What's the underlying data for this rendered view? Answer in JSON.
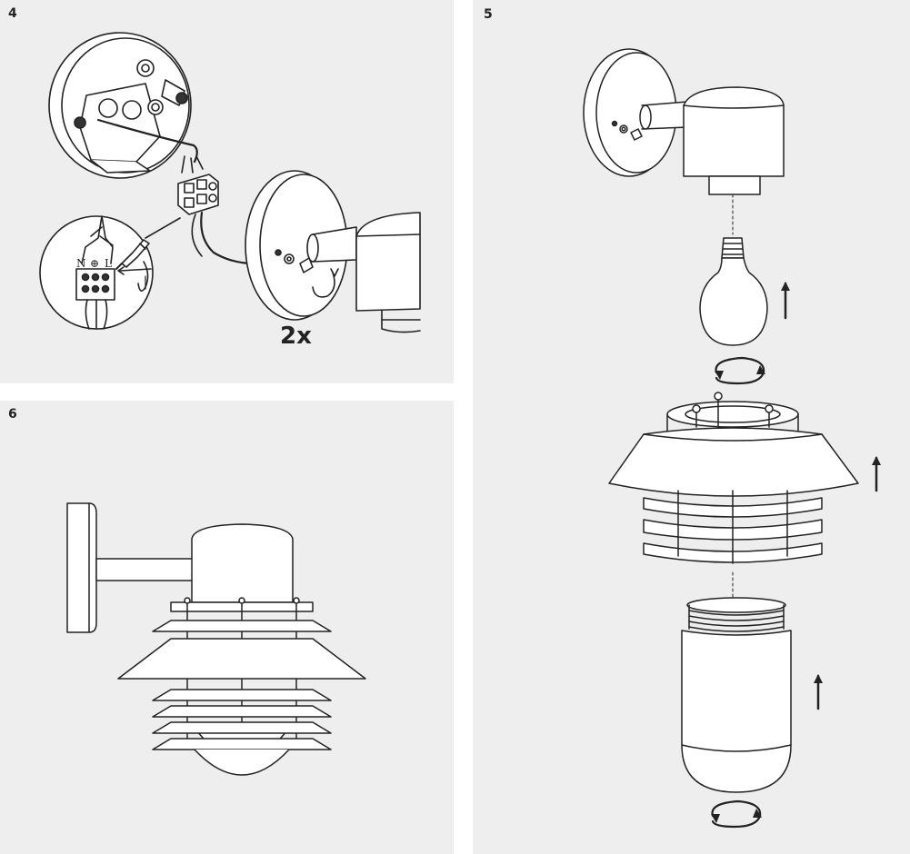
{
  "steps": [
    {
      "number": "4",
      "connector_labels": {
        "neutral": "N",
        "earth": "⊕",
        "live": "L"
      },
      "quantity": "2x"
    },
    {
      "number": "5"
    },
    {
      "number": "6"
    }
  ],
  "colors": {
    "panel_background": "#eeeeee",
    "line": "#222222",
    "fill": "#ffffff"
  },
  "icons": [
    "screwdriver-icon",
    "rotate-arrow-icon",
    "up-arrow-icon",
    "dashed-guide-line"
  ]
}
